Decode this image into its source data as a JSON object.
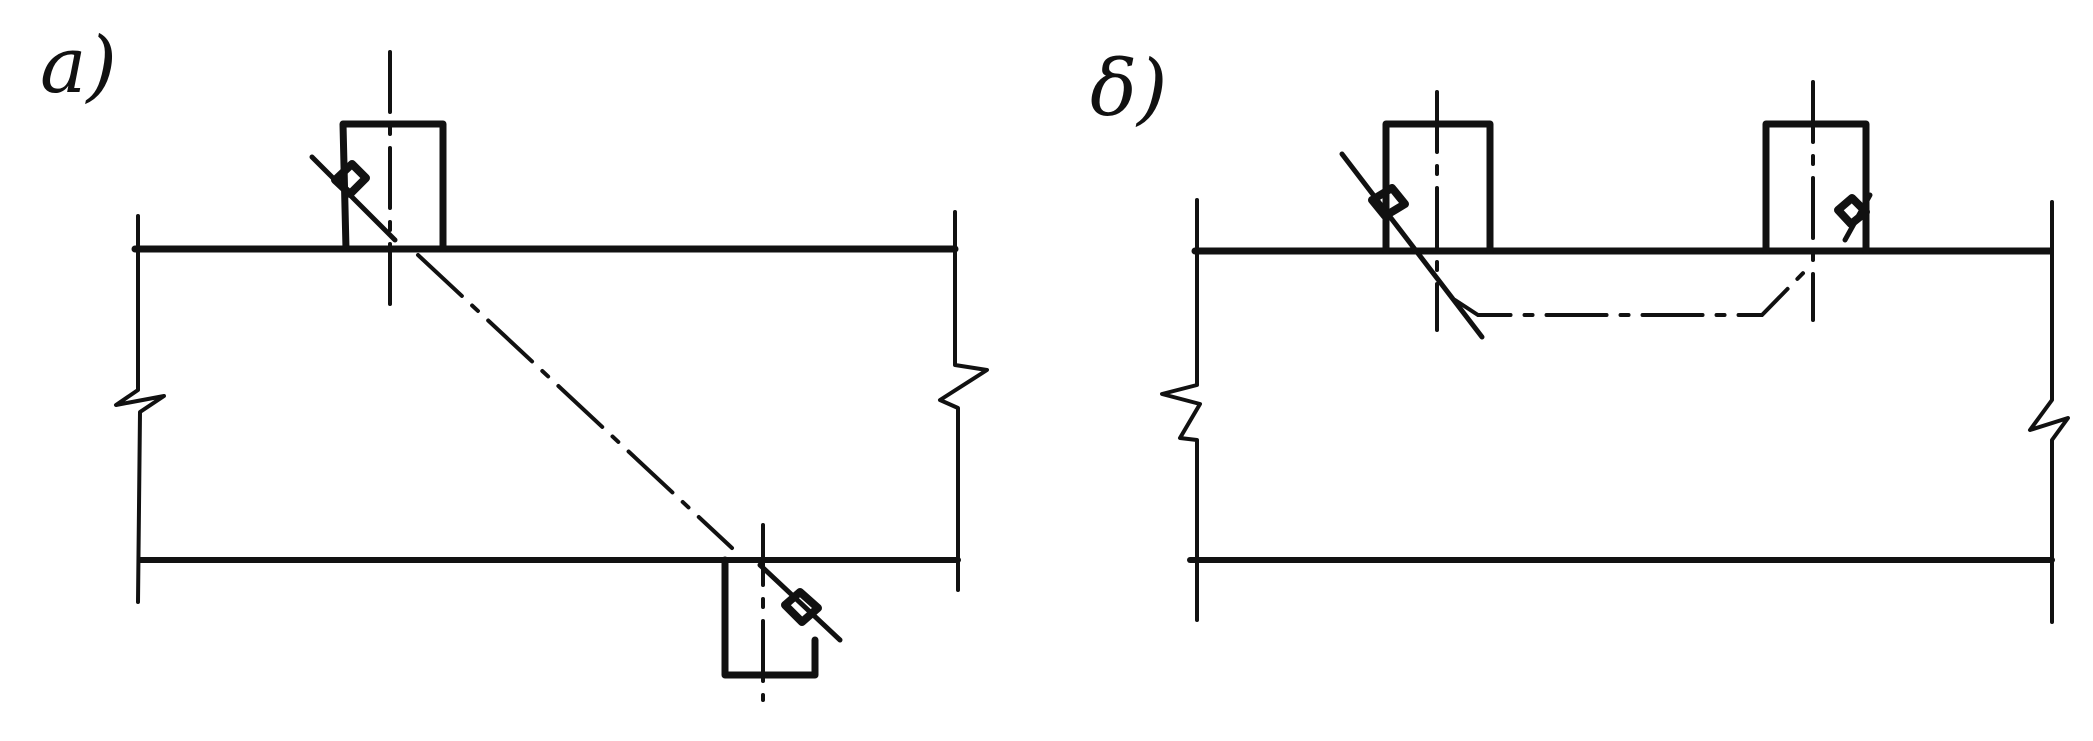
{
  "panels": [
    {
      "id": "a",
      "label": "a)"
    },
    {
      "id": "b",
      "label": "δ)"
    }
  ],
  "colors": {
    "ink": "#111111",
    "background": "#ffffff"
  }
}
